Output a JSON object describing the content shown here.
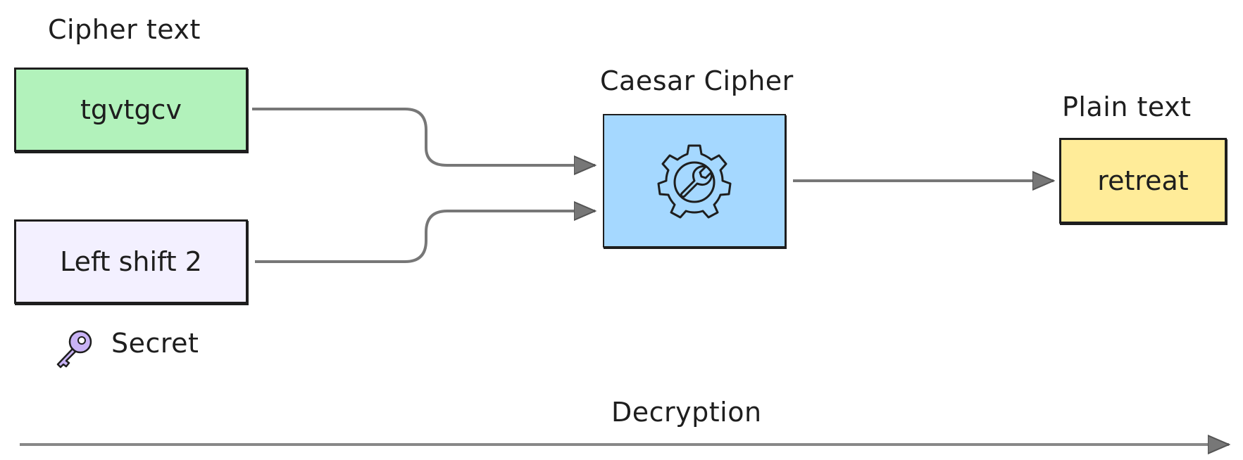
{
  "cipher_text": {
    "label": "Cipher text",
    "value": "tgvtgcv",
    "color": "#b2f2bb"
  },
  "secret": {
    "value": "Left shift 2",
    "label": "Secret",
    "icon": "key-icon",
    "color": "#f3f0ff"
  },
  "caesar": {
    "label": "Caesar Cipher",
    "icon": "gear-wrench-icon",
    "color": "#a5d8ff"
  },
  "plain_text": {
    "label": "Plain text",
    "value": "retreat",
    "color": "#ffec99"
  },
  "process": {
    "label": "Decryption"
  }
}
